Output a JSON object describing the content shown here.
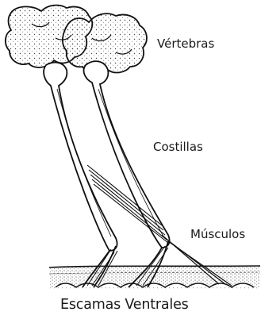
{
  "labels": {
    "vertebras": "Vértebras",
    "costillas": "Costillas",
    "musculos": "Músculos",
    "escamas": "Escamas Ventrales"
  }
}
